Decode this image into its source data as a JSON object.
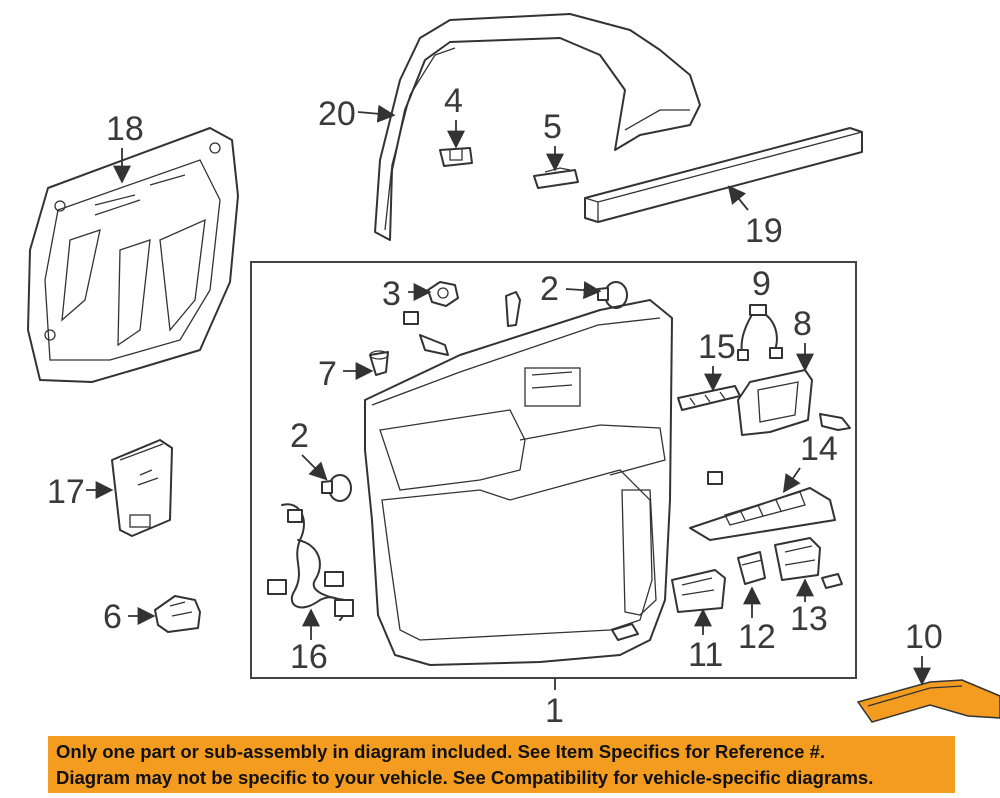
{
  "callouts": {
    "c1": "1",
    "c2a": "2",
    "c2b": "2",
    "c3": "3",
    "c4": "4",
    "c5": "5",
    "c6": "6",
    "c7": "7",
    "c8": "8",
    "c9": "9",
    "c10": "10",
    "c11": "11",
    "c12": "12",
    "c13": "13",
    "c14": "14",
    "c15": "15",
    "c16": "16",
    "c17": "17",
    "c18": "18",
    "c19": "19",
    "c20": "20"
  },
  "disclaimer": {
    "line1": "Only one part or sub-assembly in diagram included. See Item Specifics for Reference #.",
    "line2": "Diagram may not be specific to your vehicle. See Compatibility for vehicle-specific diagrams."
  },
  "colors": {
    "highlight": "#f39c1f",
    "line": "#333333"
  }
}
